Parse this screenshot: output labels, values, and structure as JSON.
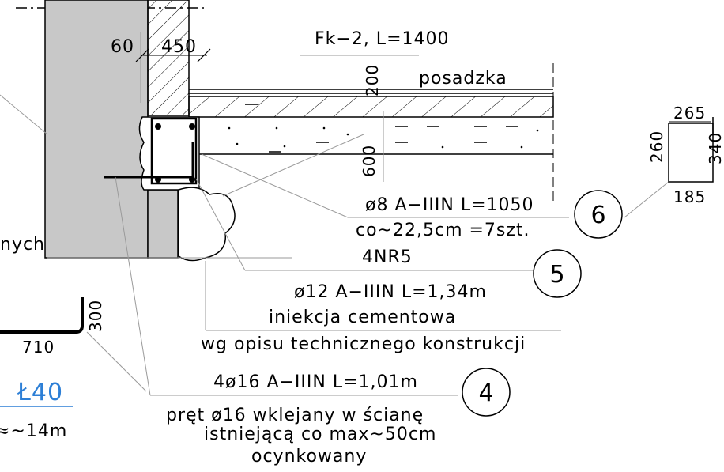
{
  "labels": {
    "dim_60": "60",
    "dim_450": "450",
    "fk2": "Fk−2, L=1400",
    "dim_200": "200",
    "posadzka": "posadzka",
    "dim_600": "600",
    "partial_nych": "nych",
    "dim_300": "300",
    "dim_710": "710",
    "partial_l40": "Ł40",
    "partial_14m": "≈~14m",
    "bar6_line1": "ø8  A−IIIN  L=1050",
    "bar6_line2": "co~22,5cm  =7szt.",
    "bar6_num": "6",
    "bar5_line0": "4NR5",
    "bar5_line1": "ø12  A−IIIN  L=1,34m",
    "bar5_num": "5",
    "inj_line1": "iniekcja  cementowa",
    "inj_line2": "wg  opisu  technicznego  konstrukcji",
    "bar4_line1": "4ø16  A−IIIN  L=1,01m",
    "bar4_num": "4",
    "note_line1": "pręt  ø16  wklejany  w  ścianę",
    "note_line2": "istniejącą  co  max~50cm",
    "note_line3": "ocynkowany",
    "stirrup_265": "265",
    "stirrup_260": "260",
    "stirrup_185": "185",
    "stirrup_340": "340"
  },
  "colors": {
    "ink": "#000000",
    "leader": "#9a9a9a",
    "wall_fill": "#c8c8c8",
    "link_blue": "#2d7fd6"
  }
}
